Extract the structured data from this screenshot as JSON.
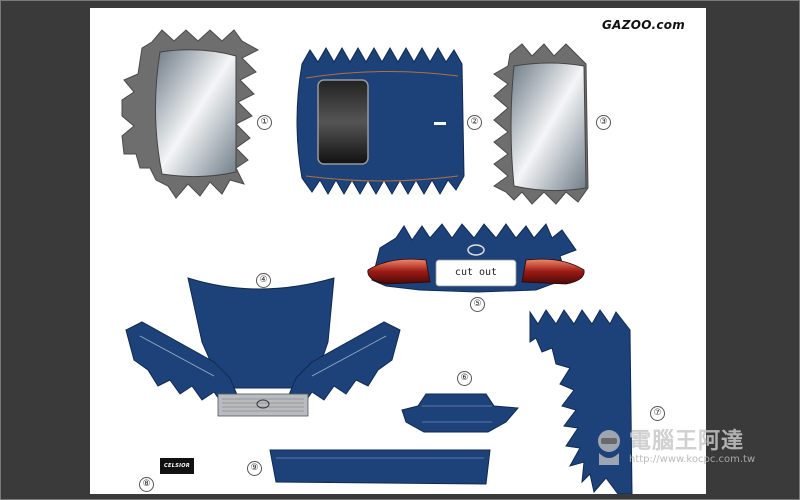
{
  "viewer": {
    "background_color": "#3a3a3a",
    "page_color": "#ffffff"
  },
  "page": {
    "brand_logo": "GAZOO.com",
    "cut_out_label": "cut out",
    "emblem_text": "CELSIOR",
    "part_numbers": [
      "①",
      "②",
      "③",
      "④",
      "⑤",
      "⑥",
      "⑦",
      "⑧",
      "⑨"
    ],
    "car_color": "#1d4279",
    "glass_color": "#bfc7cd"
  },
  "watermark": {
    "title": "電腦王阿達",
    "url": "http://www.kocpc.com.tw"
  }
}
